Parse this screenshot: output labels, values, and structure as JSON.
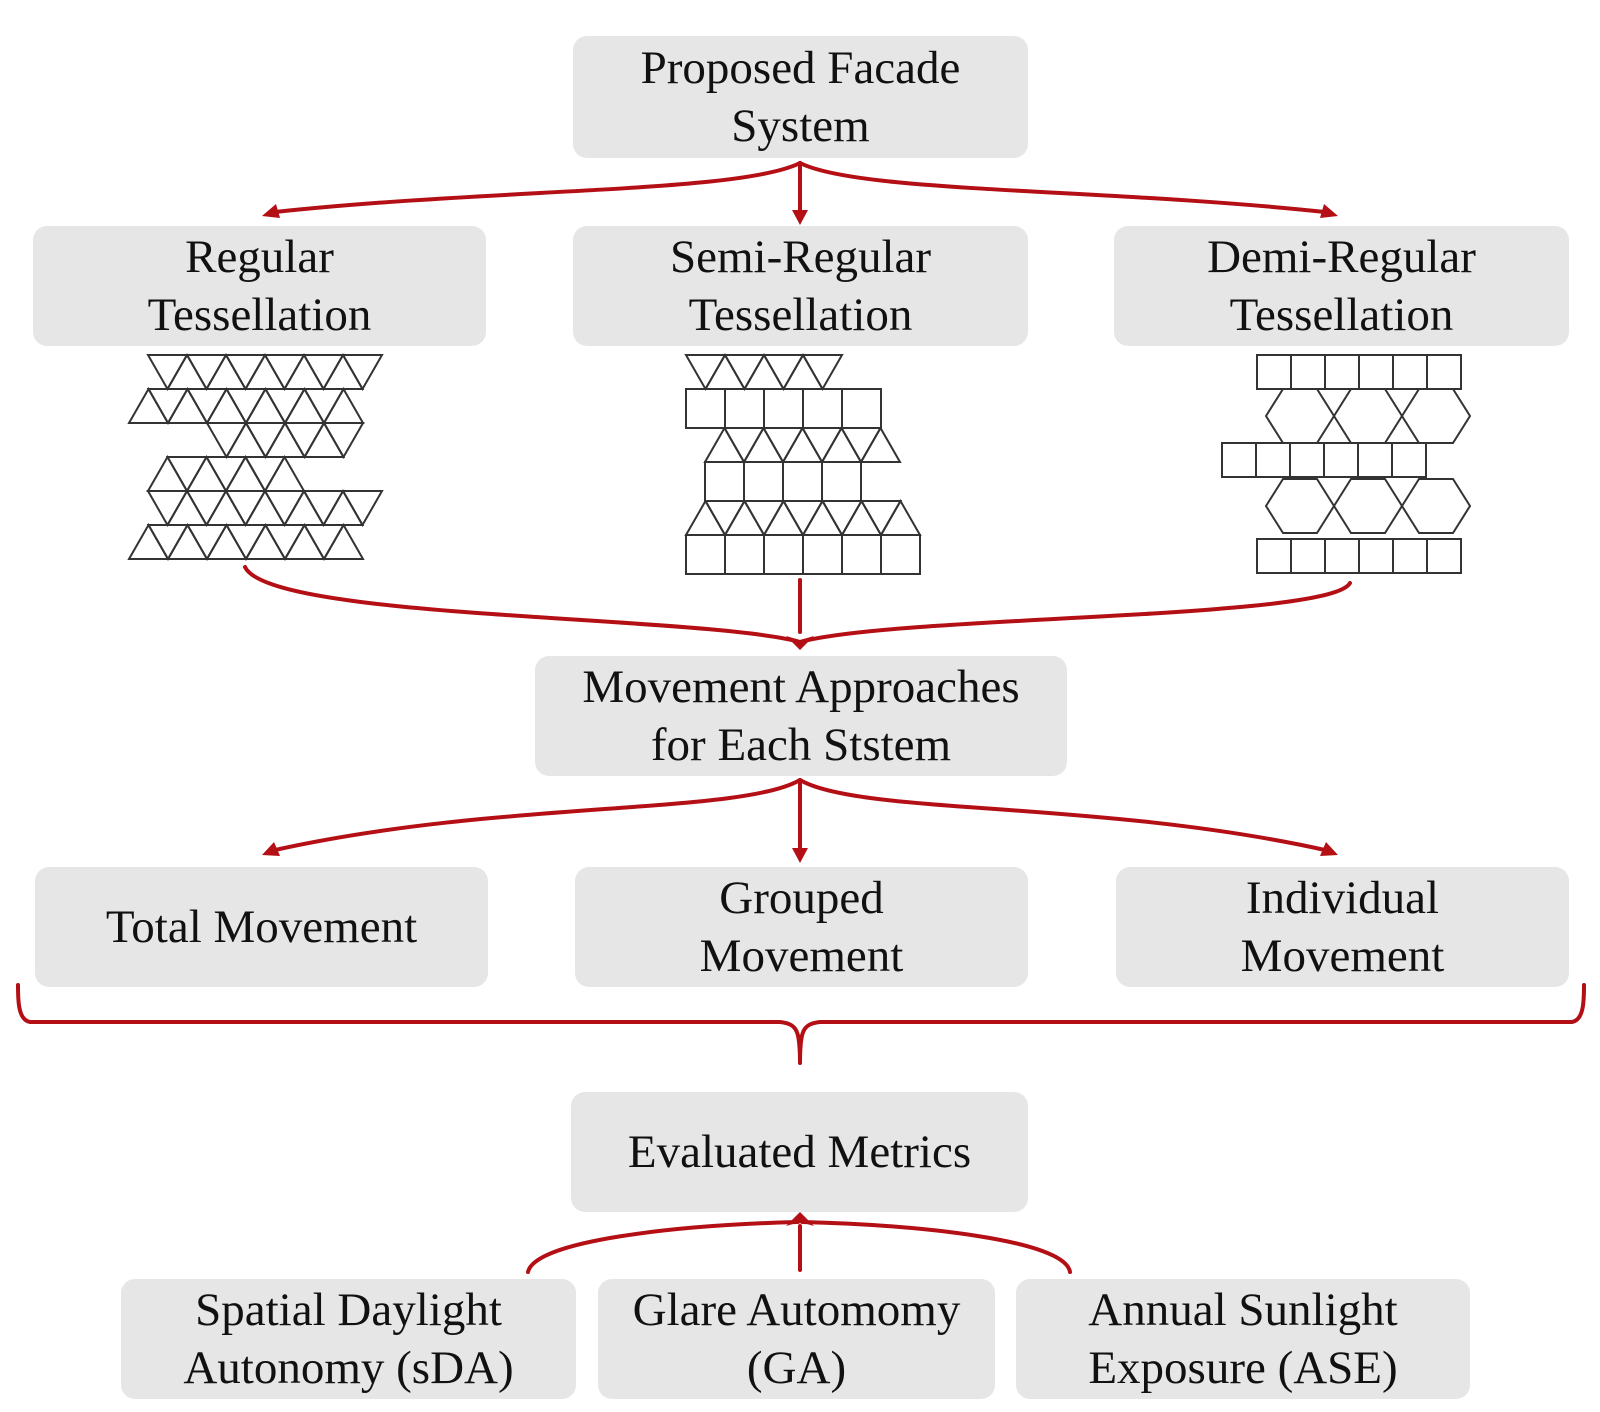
{
  "colors": {
    "connector": "#b30f15",
    "box_fill": "#e6e6e6",
    "tile_stroke": "#333333",
    "text": "#111111"
  },
  "nodes": {
    "root": "Proposed Facade\nSystem",
    "regular": "Regular\nTessellation",
    "semi_regular": "Semi-Regular\nTessellation",
    "demi_regular": "Demi-Regular\nTessellation",
    "movement": "Movement Approaches\nfor Each Ststem",
    "total": "Total Movement",
    "grouped": "Grouped\nMovement",
    "individual": "Individual\nMovement",
    "metrics": "Evaluated Metrics",
    "sda": "Spatial Daylight\nAutonomy (sDA)",
    "ga": "Glare Automomy\n(GA)",
    "ase": "Annual Sunlight\nExposure (ASE)"
  },
  "patterns": [
    {
      "name": "regular-tessellation-pattern",
      "shape": "triangles"
    },
    {
      "name": "semi-regular-tessellation-pattern",
      "shape": "triangles-and-squares"
    },
    {
      "name": "demi-regular-tessellation-pattern",
      "shape": "squares-and-hexagons"
    }
  ]
}
